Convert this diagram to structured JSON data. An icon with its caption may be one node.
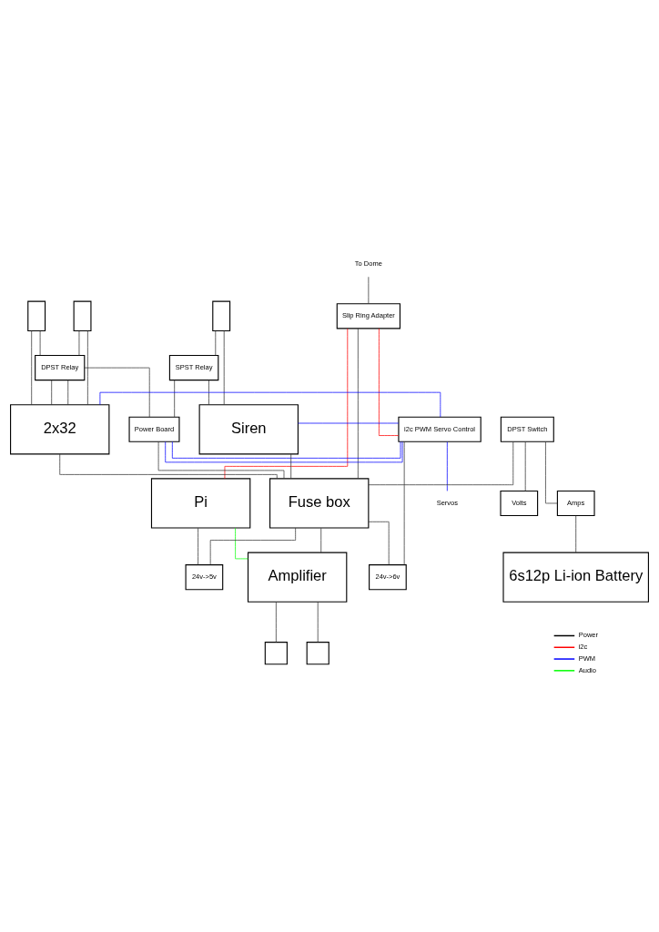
{
  "diagram": {
    "nodes": [
      {
        "text": [
          "To Dome"
        ]
      },
      {
        "text": [],
        "shape": "box"
      },
      {
        "text": [],
        "shape": "box"
      },
      {
        "text": [],
        "shape": "box"
      },
      {
        "text": [
          "Slip Ring Adapter"
        ]
      },
      {
        "text": [
          "DPST Relay"
        ]
      },
      {
        "text": [
          "SPST Relay"
        ]
      },
      {
        "text": [
          "Servos"
        ]
      },
      {
        "text": [
          "2x32"
        ]
      },
      {
        "text": [
          "Power Board"
        ]
      },
      {
        "text": [
          "Siren"
        ]
      },
      {
        "text": [
          "i2c PWM Servo Control"
        ]
      },
      {
        "text": [
          "Pi"
        ]
      },
      {
        "text": [
          "Fuse box"
        ]
      },
      {
        "text": [
          "24v->5v"
        ]
      },
      {
        "text": [
          "DPST Switch"
        ]
      },
      {
        "text": [
          "24v->6v"
        ]
      },
      {
        "text": [
          "Volts"
        ]
      },
      {
        "text": [
          "Amps"
        ]
      },
      {
        "text": [
          "Amplifier"
        ]
      },
      {
        "text": [],
        "shape": "box"
      },
      {
        "text": [],
        "shape": "box"
      },
      {
        "text": [
          "6s12p Li-ion Battery"
        ]
      }
    ],
    "edges": [
      {
        "from": 0,
        "to": 4,
        "arrow": "none"
      },
      {
        "from": 1,
        "to": 8,
        "arrow": "none"
      },
      {
        "from": 1,
        "to": 5,
        "arrow": "none"
      },
      {
        "from": 2,
        "to": 8,
        "arrow": "none"
      },
      {
        "from": 2,
        "to": 5,
        "arrow": "none"
      },
      {
        "from": 5,
        "to": 8,
        "arrow": "none"
      },
      {
        "from": 5,
        "to": 8,
        "arrow": "none"
      },
      {
        "from": 5,
        "to": 9,
        "arrow": "none"
      },
      {
        "from": 3,
        "to": 6,
        "arrow": "none"
      },
      {
        "from": 3,
        "to": 10,
        "arrow": "none"
      },
      {
        "from": 6,
        "to": 9,
        "arrow": "none"
      },
      {
        "from": 6,
        "to": 10,
        "arrow": "none"
      },
      {
        "from": 4,
        "to": 13,
        "arrow": "none"
      },
      {
        "from": 4,
        "to": 11,
        "arrow": "none",
        "color": "#ff0000"
      },
      {
        "from": 4,
        "to": 12,
        "arrow": "none",
        "color": "#ff0000"
      },
      {
        "from": 8,
        "to": 11,
        "arrow": "none",
        "color": "#0000ff"
      },
      {
        "from": 9,
        "to": 11,
        "arrow": "none",
        "color": "#0000ff"
      },
      {
        "from": 9,
        "to": 11,
        "arrow": "none",
        "color": "#0000ff"
      },
      {
        "from": 10,
        "to": 11,
        "arrow": "none",
        "color": "#0000ff"
      },
      {
        "from": 11,
        "to": 7,
        "arrow": "none",
        "color": "#0000ff"
      },
      {
        "from": 8,
        "to": 13,
        "arrow": "none"
      },
      {
        "from": 9,
        "to": 13,
        "arrow": "none"
      },
      {
        "from": 10,
        "to": 13,
        "arrow": "none"
      },
      {
        "from": 11,
        "to": 16,
        "arrow": "none"
      },
      {
        "from": 12,
        "to": 14,
        "arrow": "none"
      },
      {
        "from": 13,
        "to": 14,
        "arrow": "none"
      },
      {
        "from": 13,
        "to": 16,
        "arrow": "none"
      },
      {
        "from": 12,
        "to": 19,
        "arrow": "none",
        "color": "#00ff00"
      },
      {
        "from": 15,
        "to": 13,
        "arrow": "none"
      },
      {
        "from": 15,
        "to": 17,
        "arrow": "none"
      },
      {
        "from": 15,
        "to": 18,
        "arrow": "none"
      },
      {
        "from": 18,
        "to": 22,
        "arrow": "none"
      },
      {
        "from": 13,
        "to": 19,
        "arrow": "none"
      },
      {
        "from": 19,
        "to": 20,
        "arrow": "none"
      },
      {
        "from": 19,
        "to": 21,
        "arrow": "none"
      }
    ],
    "legend": [
      {
        "text": "Power"
      },
      {
        "text": "i2c"
      },
      {
        "text": "PWM"
      },
      {
        "text": "Audio"
      }
    ]
  }
}
